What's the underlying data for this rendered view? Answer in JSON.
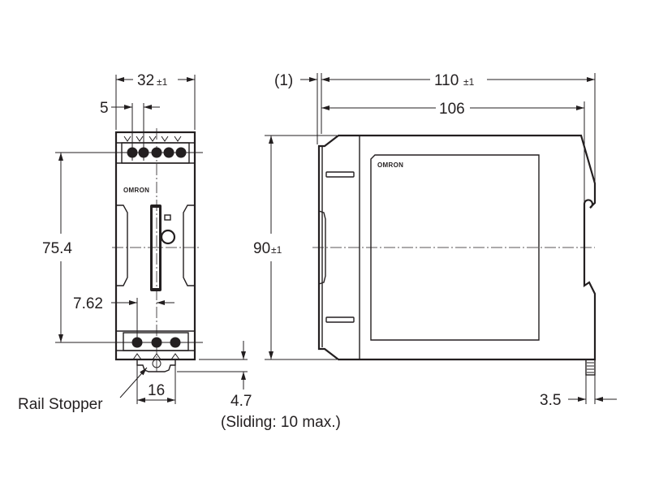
{
  "front_view": {
    "width_value": "32",
    "width_tolerance": "±1",
    "terminal_pitch_top": "5",
    "mounting_height": "75.4",
    "terminal_pitch_bottom": "7.62",
    "rail_width": "16",
    "rail_stopper_label": "Rail Stopper",
    "stopper_offset": "4.7",
    "stopper_note": "(Sliding: 10 max.)",
    "brand_logo": "OMRON"
  },
  "side_view": {
    "offset": "(1)",
    "depth_value": "110",
    "depth_tolerance": "±1",
    "inner_depth": "106",
    "height_value": "90",
    "height_tolerance": "±1",
    "rail_depth": "3.5",
    "brand_logo": "OMRON"
  },
  "colors": {
    "line": "#231f20",
    "background": "#ffffff"
  }
}
